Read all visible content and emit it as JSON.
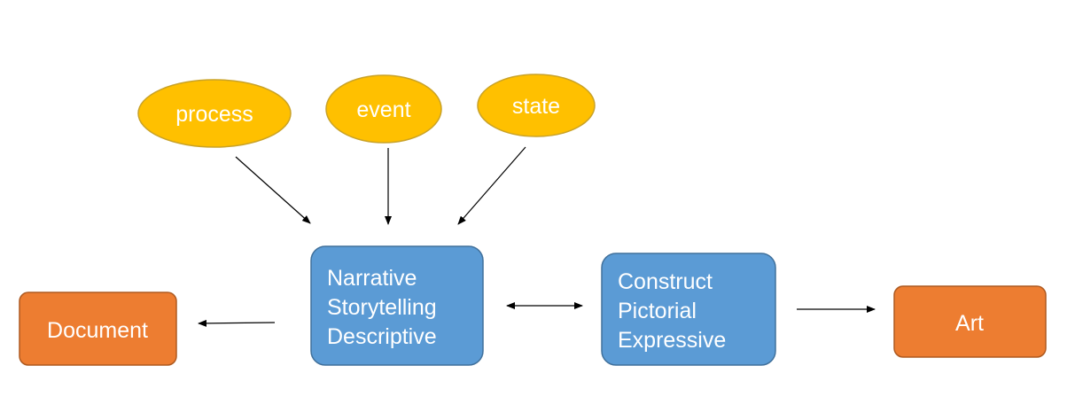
{
  "diagram": {
    "inputs": [
      {
        "id": "process",
        "label": "process"
      },
      {
        "id": "event",
        "label": "event"
      },
      {
        "id": "state",
        "label": "state"
      }
    ],
    "narrative": {
      "lines": [
        "Narrative",
        "Storytelling",
        "Descriptive"
      ]
    },
    "construct": {
      "lines": [
        "Construct",
        "Pictorial",
        "Expressive"
      ]
    },
    "document": {
      "label": "Document"
    },
    "art": {
      "label": "Art"
    },
    "colors": {
      "ellipse_fill": "#FFC000",
      "ellipse_stroke": "#C9A227",
      "blue_fill": "#5B9BD5",
      "blue_stroke": "#41719C",
      "orange_fill": "#ED7D31",
      "orange_stroke": "#AE5A21",
      "text": "#FFFFFF",
      "arrow": "#000000"
    }
  }
}
